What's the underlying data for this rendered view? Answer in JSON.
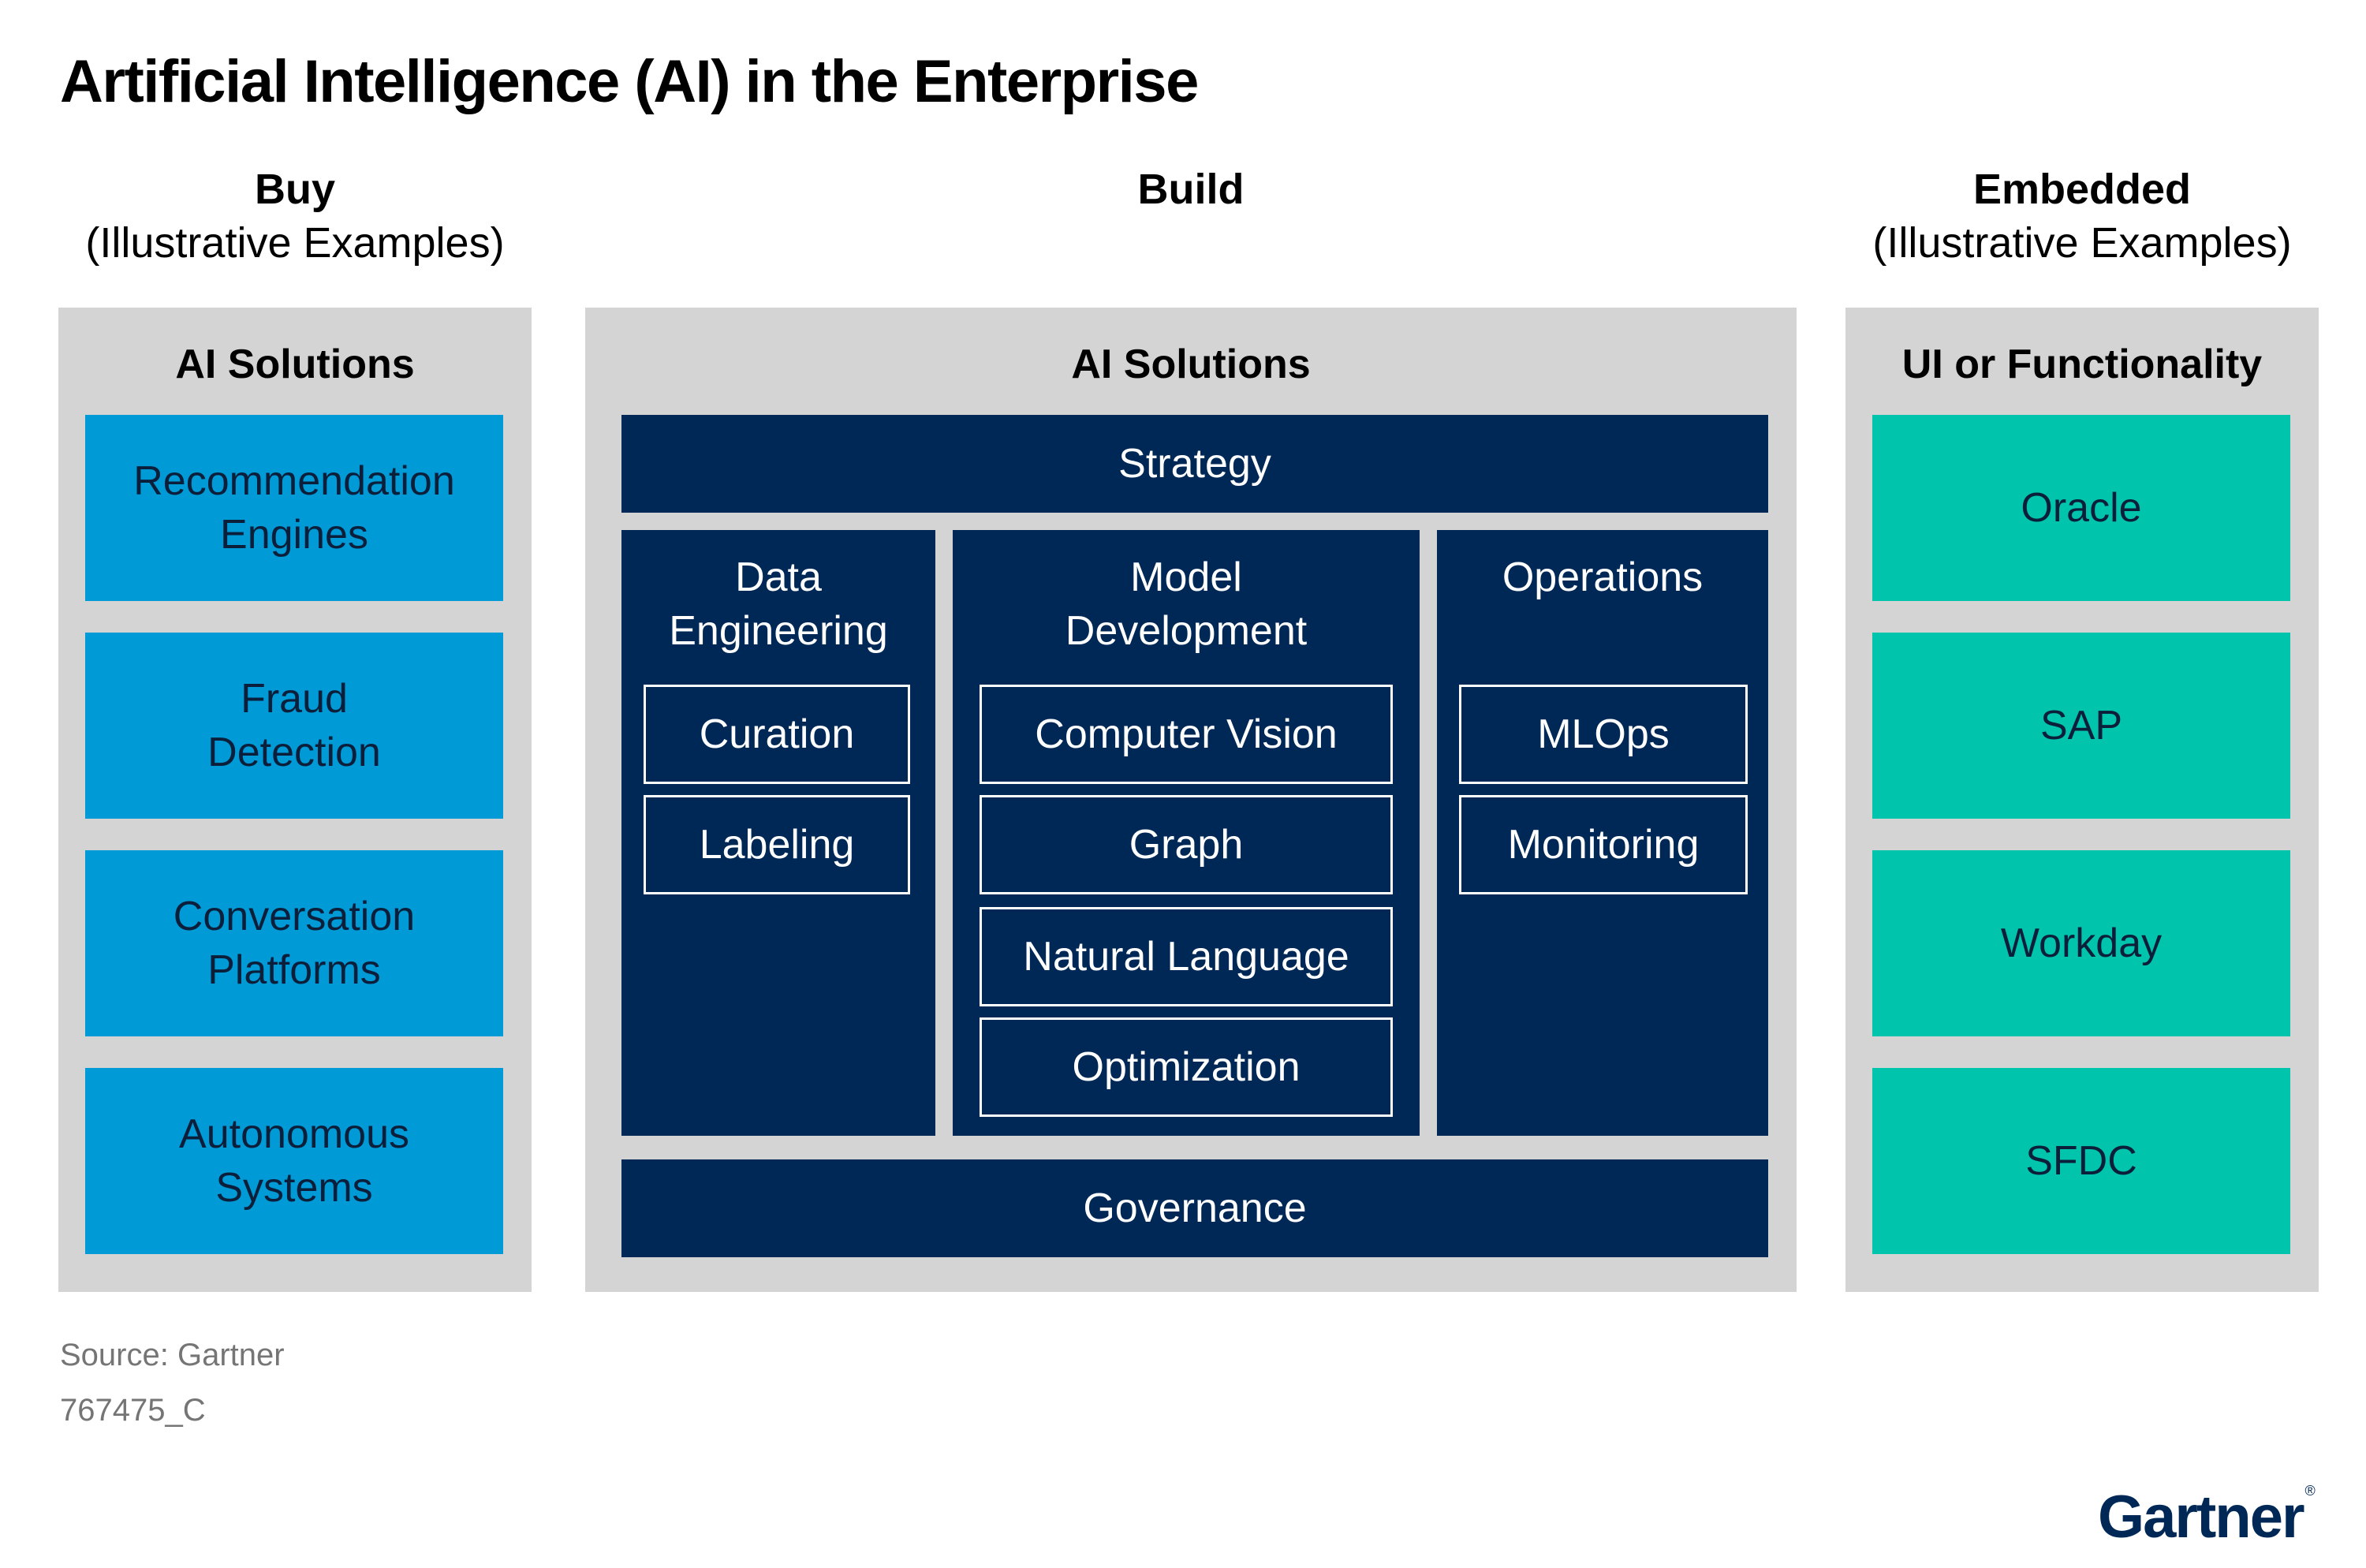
{
  "title": "Artificial Intelligence (AI) in the Enterprise",
  "columns": {
    "buy": {
      "heading": "Buy",
      "subheading": "(Illustrative Examples)"
    },
    "build": {
      "heading": "Build"
    },
    "embedded": {
      "heading": "Embedded",
      "subheading": "(Illustrative Examples)"
    }
  },
  "buy_panel": {
    "title": "AI Solutions",
    "items": [
      "Recommendation\nEngines",
      "Fraud\nDetection",
      "Conversation\nPlatforms",
      "Autonomous\nSystems"
    ]
  },
  "build_panel": {
    "title": "AI Solutions",
    "strategy": "Strategy",
    "governance": "Governance",
    "data_engineering": {
      "title": "Data\nEngineering",
      "items": [
        "Curation",
        "Labeling"
      ]
    },
    "model_development": {
      "title": "Model\nDevelopment",
      "items": [
        "Computer Vision",
        "Graph",
        "Natural Language",
        "Optimization"
      ]
    },
    "operations": {
      "title": "Operations",
      "items": [
        "MLOps",
        "Monitoring"
      ]
    }
  },
  "embedded_panel": {
    "title": "UI or Functionality",
    "items": [
      "Oracle",
      "SAP",
      "Workday",
      "SFDC"
    ]
  },
  "footer": {
    "source": "Source: Gartner",
    "id": "767475_C"
  },
  "logo": {
    "text": "Gartner",
    "mark": "®"
  },
  "colors": {
    "panel_gray": "#d4d4d4",
    "buy_blue": "#009ad7",
    "build_navy": "#002856",
    "embedded_teal": "#00c4ac"
  }
}
